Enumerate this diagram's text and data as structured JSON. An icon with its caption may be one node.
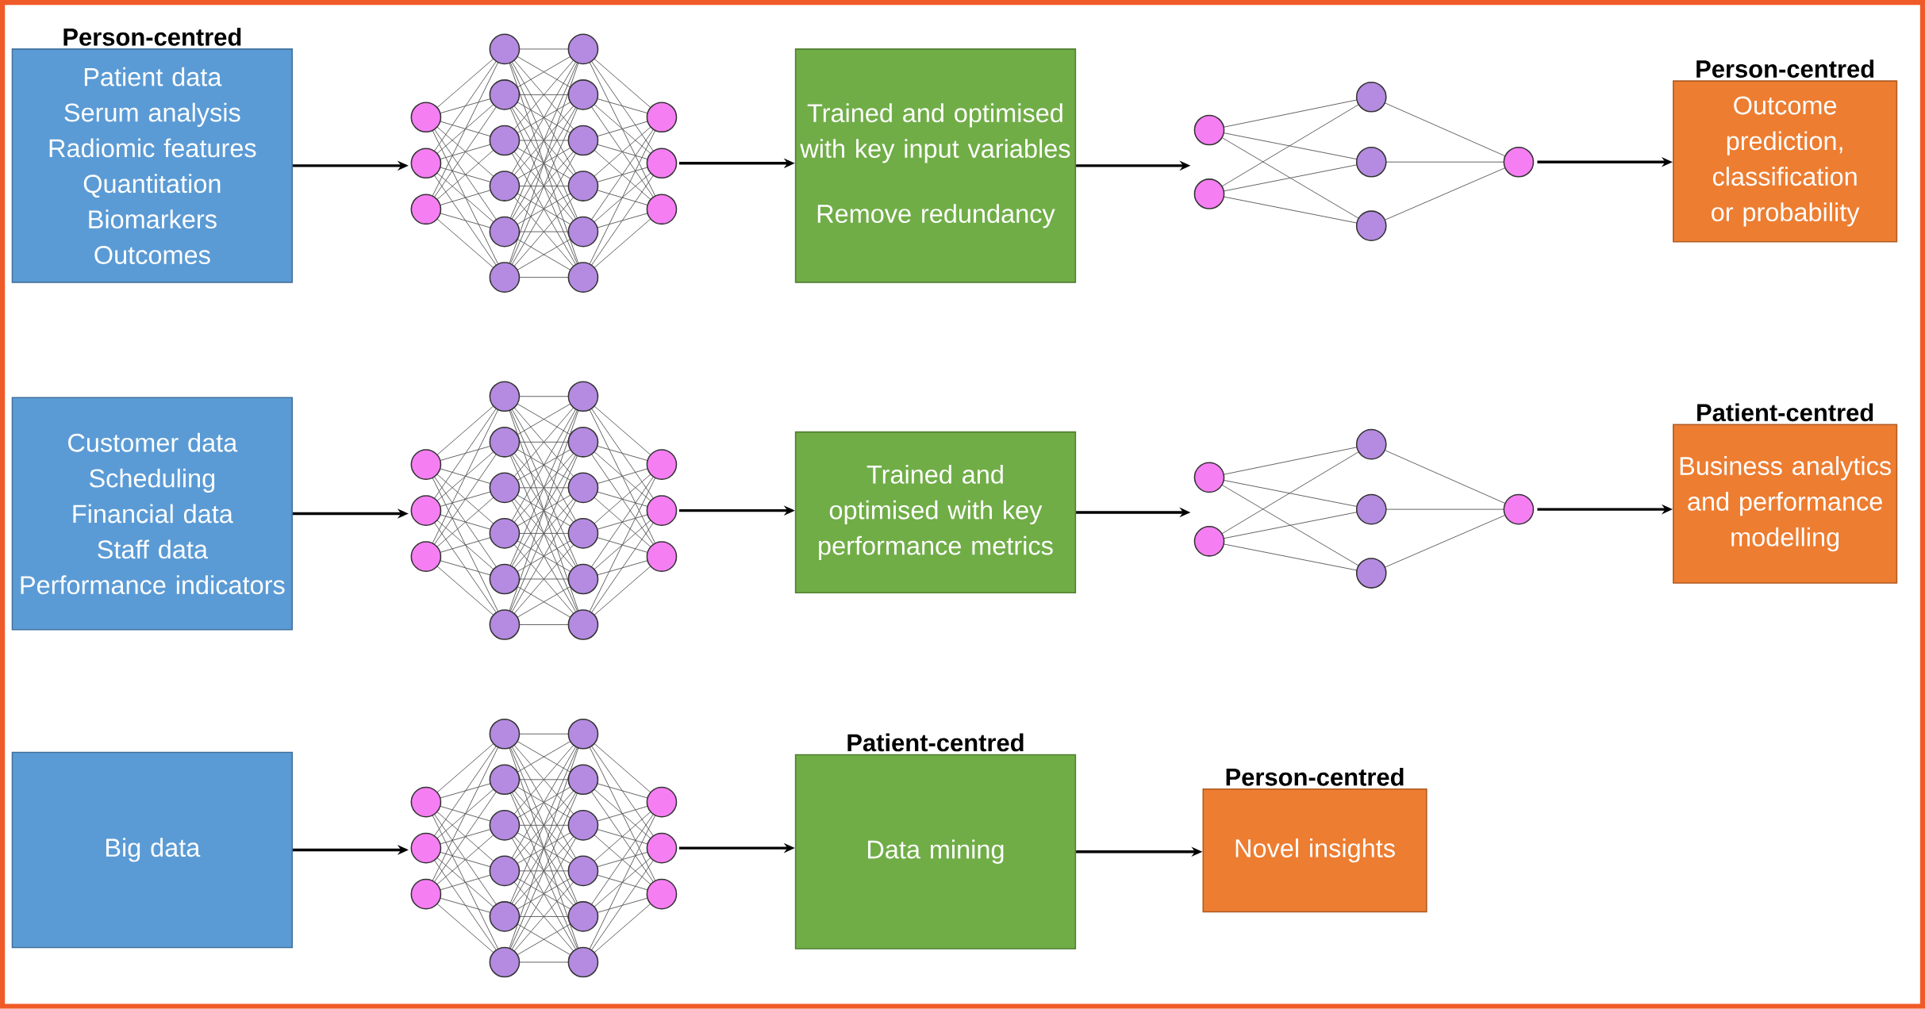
{
  "diagram": {
    "nodes": [
      {
        "text": [
          "Person-centred",
          "Patient data",
          "Serum analysis",
          "Radiomic features",
          "Quantitation",
          "Biomarkers",
          "Outcomes"
        ]
      },
      {
        "text": [],
        "shape": "picture"
      },
      {
        "text": [
          "Trained and optimised with key input variables",
          "Remove redundancy"
        ]
      },
      {
        "text": [],
        "shape": "picture"
      },
      {
        "text": [
          "Person-centred",
          "Outcome prediction, classification or probability"
        ]
      },
      {
        "text": [
          "Customer data",
          "Scheduling",
          "Financial data",
          "Staff data",
          "Performance indicators"
        ]
      },
      {
        "text": [],
        "shape": "picture"
      },
      {
        "text": [
          "Trained and optimised with key performance metrics"
        ]
      },
      {
        "text": [],
        "shape": "picture"
      },
      {
        "text": [
          "Patient-centred",
          "Business analytics and performance modelling"
        ]
      },
      {
        "text": [
          "Big data"
        ]
      },
      {
        "text": [],
        "shape": "picture"
      },
      {
        "text": [
          "Patient-centred",
          "Data mining"
        ]
      },
      {
        "text": [
          "Person-centred",
          "Novel insights"
        ]
      }
    ],
    "edges": [
      {
        "from": 0,
        "to": 1,
        "arrow": "to"
      },
      {
        "from": 1,
        "to": 2,
        "arrow": "to"
      },
      {
        "from": 2,
        "to": 3,
        "arrow": "to"
      },
      {
        "from": 3,
        "to": 4,
        "arrow": "to"
      },
      {
        "from": 5,
        "to": 6,
        "arrow": "to"
      },
      {
        "from": 6,
        "to": 7,
        "arrow": "to"
      },
      {
        "from": 7,
        "to": 8,
        "arrow": "to"
      },
      {
        "from": 8,
        "to": 9,
        "arrow": "to"
      },
      {
        "from": 10,
        "to": 11,
        "arrow": "to"
      },
      {
        "from": 11,
        "to": 12,
        "arrow": "to"
      },
      {
        "from": 12,
        "to": 13,
        "arrow": "to"
      }
    ]
  }
}
